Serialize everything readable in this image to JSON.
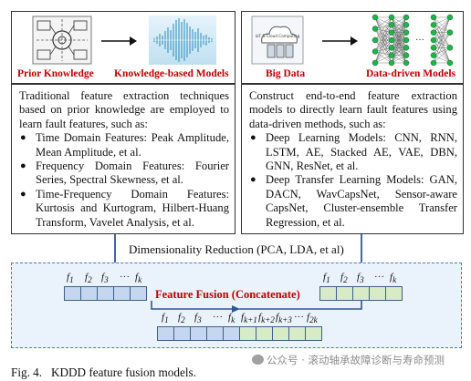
{
  "left_top": {
    "prior_knowledge_label": "Prior Knowledge",
    "knowledge_models_label": "Knowledge-based Models"
  },
  "right_top": {
    "big_data_label": "Big Data",
    "data_models_label": "Data-driven Models",
    "icon_text": "IoT & Cloud Computing"
  },
  "left_text": {
    "intro": "Traditional feature extraction techniques based on prior knowledge are employed to learn fault features, such as:",
    "bullets": [
      "Time Domain Features: Peak Amplitude, Mean Amplitude, et al.",
      "Frequency Domain Features: Fourier Series, Spectral Skewness, et al.",
      "Time-Frequency Domain Features: Kurtosis and Kurtogram, Hilbert-Huang Transform, Vavelet Analysis, et al."
    ]
  },
  "right_text": {
    "intro": "Construct end-to-end feature extraction models to directly learn fault features using data-driven methods, such as:",
    "bullets": [
      "Deep Learning Models: CNN, RNN, LSTM, AE, Stacked AE, VAE, DBN, GNN, ResNet, et al.",
      "Deep Transfer Learning Models: GAN, DACN, WavCapsNet, Sensor-aware CapsNet, Cluster-ensemble Transfer Regression, et al."
    ]
  },
  "dim_reduction": "Dimensionality Reduction (PCA, LDA, et al)",
  "fusion_label": "Feature Fusion (Concatenate)",
  "caption": "Fig. 4.   KDDD feature fusion models.",
  "watermark": "公众号 · 滚动轴承故障诊断与寿命预测",
  "colors": {
    "red": "#c00000",
    "blue_cell": "#c5d7ef",
    "green_cell": "#d7ebc6",
    "arrow_blue": "#2f5597"
  }
}
